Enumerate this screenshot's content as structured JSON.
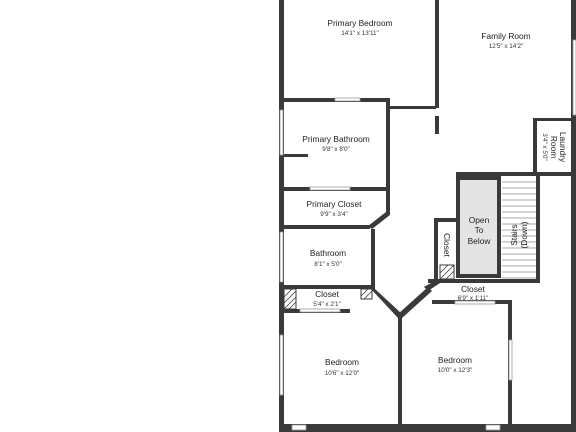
{
  "floor_plan": {
    "colors": {
      "wall": "#3a3a3a",
      "window": "#9a9a9a",
      "open_to_below_fill": "#e4e4e4",
      "background": "#ffffff"
    },
    "rooms": {
      "primary_bedroom": {
        "name": "Primary Bedroom",
        "dim": "14'1\" x 13'11\""
      },
      "family_room": {
        "name": "Family Room",
        "dim": "12'5\" x 14'2\""
      },
      "primary_bathroom": {
        "name": "Primary Bathroom",
        "dim": "9'8\" x 8'0\""
      },
      "laundry_room": {
        "name_line1": "Laundry",
        "name_line2": "Room",
        "dim": "3'4\" x 5'0\""
      },
      "primary_closet": {
        "name": "Primary Closet",
        "dim": "9'9\" x 3'4\""
      },
      "open_to_below": {
        "line1": "Open",
        "line2": "To",
        "line3": "Below"
      },
      "hall_closet": {
        "name": "Closet"
      },
      "stairs": {
        "line1": "Stairs",
        "line2": "(Down)"
      },
      "bathroom": {
        "name": "Bathroom",
        "dim": "8'1\" x 5'0\""
      },
      "closet_left": {
        "name": "Closet",
        "dim": "5'4\" x 2'1\""
      },
      "closet_right": {
        "name": "Closet",
        "dim": "6'9\" x 1'11\""
      },
      "bedroom_left": {
        "name": "Bedroom",
        "dim": "10'6\" x 12'0\""
      },
      "bedroom_right": {
        "name": "Bedroom",
        "dim": "10'0\" x 12'3\""
      }
    }
  }
}
